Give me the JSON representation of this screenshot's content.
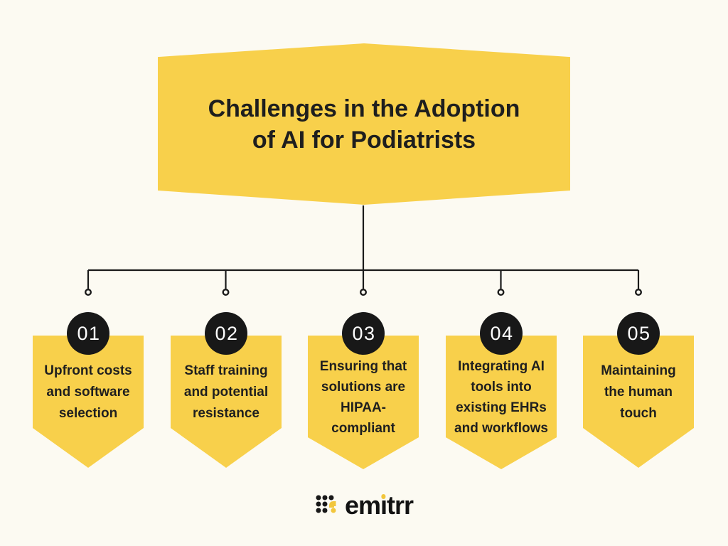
{
  "title": {
    "text": "Challenges in the Adoption\nof AI for Podiatrists"
  },
  "cards": [
    {
      "number": "01",
      "text": "Upfront costs\nand software\nselection"
    },
    {
      "number": "02",
      "text": "Staff training\nand potential\nresistance"
    },
    {
      "number": "03",
      "text": "Ensuring that\nsolutions are\nHIPAA-\ncompliant"
    },
    {
      "number": "04",
      "text": "Integrating AI\ntools into\nexisting EHRs\nand workflows"
    },
    {
      "number": "05",
      "text": "Maintaining\nthe human\ntouch"
    }
  ],
  "logo": {
    "name": "emitrr",
    "part1": "em",
    "i_letter": "ı",
    "part2": "trr"
  },
  "colors": {
    "background": "#FCFAF2",
    "banner_yellow": "#F8D04B",
    "node_black": "#181818",
    "text_dark": "#1F1F1F",
    "number_white": "#FFFFFF",
    "logo_yellow": "#F2C63C",
    "connector": "#1A1A1A"
  }
}
